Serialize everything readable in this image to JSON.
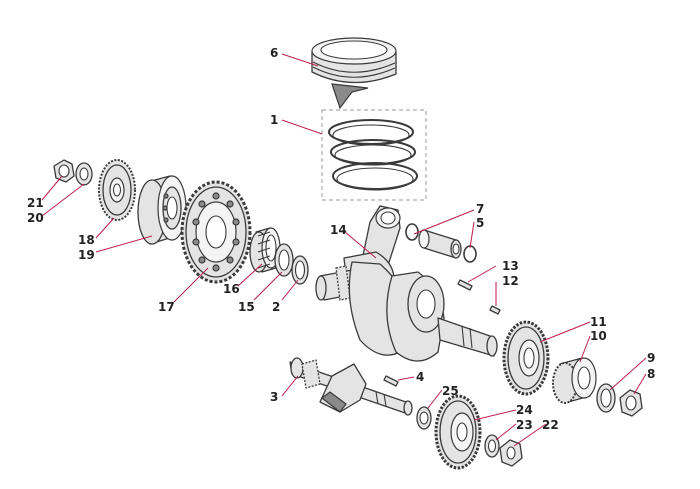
{
  "labels": {
    "l1": "1",
    "l2": "2",
    "l3": "3",
    "l4": "4",
    "l5": "5",
    "l6": "6",
    "l7": "7",
    "l8": "8",
    "l9": "9",
    "l10": "10",
    "l11": "11",
    "l12": "12",
    "l13": "13",
    "l14": "14",
    "l15": "15",
    "l16": "16",
    "l17": "17",
    "l18": "18",
    "l19": "19",
    "l20": "20",
    "l21": "21",
    "l22": "22",
    "l23": "23",
    "l24": "24",
    "l25": "25"
  },
  "colors": {
    "leader": "#bd1e4a",
    "outline": "#3a3a3a",
    "part_fill": "#e4e4e4"
  }
}
